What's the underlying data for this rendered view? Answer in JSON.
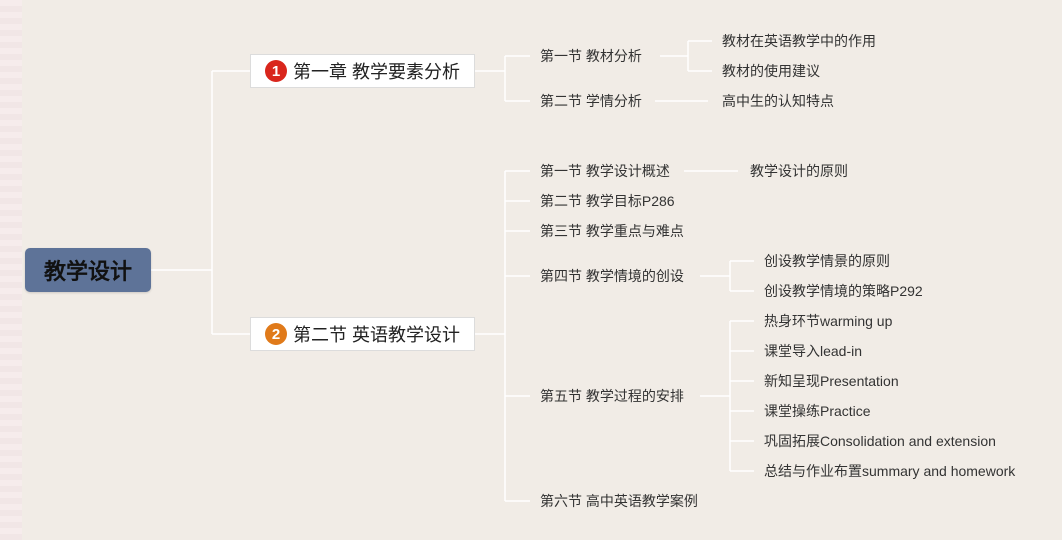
{
  "colors": {
    "background": "#f1ece6",
    "root_fill": "#5e7398",
    "line": "#ffffff",
    "badge1": "#d9261c",
    "badge2": "#e07a1a"
  },
  "root": {
    "title": "教学设计"
  },
  "chapters": [
    {
      "badge": "1",
      "title": "第一章 教学要素分析",
      "sections": [
        {
          "title": "第一节 教材分析",
          "items": [
            "教材在英语教学中的作用",
            "教材的使用建议"
          ]
        },
        {
          "title": "第二节 学情分析",
          "items": [
            "高中生的认知特点"
          ]
        }
      ]
    },
    {
      "badge": "2",
      "title": "第二节 英语教学设计",
      "sections": [
        {
          "title": "第一节 教学设计概述",
          "items": [
            "教学设计的原则"
          ]
        },
        {
          "title": "第二节 教学目标P286",
          "items": []
        },
        {
          "title": "第三节 教学重点与难点",
          "items": []
        },
        {
          "title": "第四节 教学情境的创设",
          "items": [
            "创设教学情景的原则",
            "创设教学情境的策略P292"
          ]
        },
        {
          "title": "第五节 教学过程的安排",
          "items": [
            "热身环节warming up",
            "课堂导入lead-in",
            "新知呈现Presentation",
            "课堂操练Practice",
            "巩固拓展Consolidation and extension",
            "总结与作业布置summary and homework"
          ]
        },
        {
          "title": "第六节 高中英语教学案例",
          "items": []
        }
      ]
    }
  ]
}
